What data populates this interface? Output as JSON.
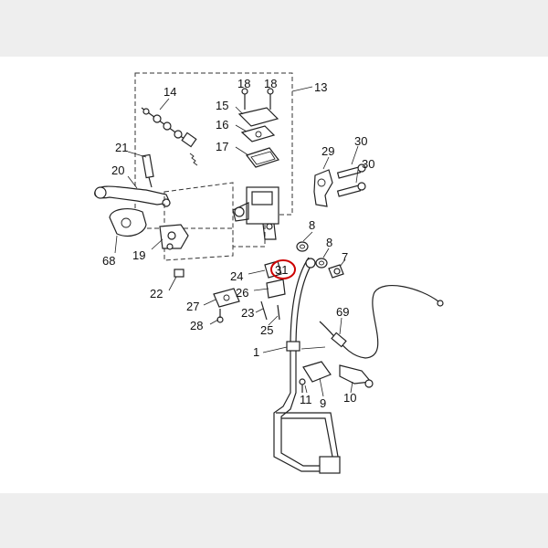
{
  "diagram": {
    "highlight_color": "#cc0000",
    "callouts": [
      {
        "id": "c18a",
        "text": "18"
      },
      {
        "id": "c18b",
        "text": "18"
      },
      {
        "id": "c13",
        "text": "13"
      },
      {
        "id": "c14",
        "text": "14"
      },
      {
        "id": "c15",
        "text": "15"
      },
      {
        "id": "c16",
        "text": "16"
      },
      {
        "id": "c17",
        "text": "17"
      },
      {
        "id": "c21",
        "text": "21"
      },
      {
        "id": "c20",
        "text": "20"
      },
      {
        "id": "c29",
        "text": "29"
      },
      {
        "id": "c30a",
        "text": "30"
      },
      {
        "id": "c30b",
        "text": "30"
      },
      {
        "id": "c8a",
        "text": "8"
      },
      {
        "id": "c8b",
        "text": "8"
      },
      {
        "id": "c7",
        "text": "7"
      },
      {
        "id": "c68",
        "text": "68"
      },
      {
        "id": "c19",
        "text": "19"
      },
      {
        "id": "c24",
        "text": "24"
      },
      {
        "id": "c31",
        "text": "31"
      },
      {
        "id": "c22",
        "text": "22"
      },
      {
        "id": "c26",
        "text": "26"
      },
      {
        "id": "c27",
        "text": "27"
      },
      {
        "id": "c23",
        "text": "23"
      },
      {
        "id": "c69",
        "text": "69"
      },
      {
        "id": "c28",
        "text": "28"
      },
      {
        "id": "c25",
        "text": "25"
      },
      {
        "id": "c1",
        "text": "1"
      },
      {
        "id": "c11",
        "text": "11"
      },
      {
        "id": "c9",
        "text": "9"
      },
      {
        "id": "c10",
        "text": "10"
      }
    ]
  }
}
